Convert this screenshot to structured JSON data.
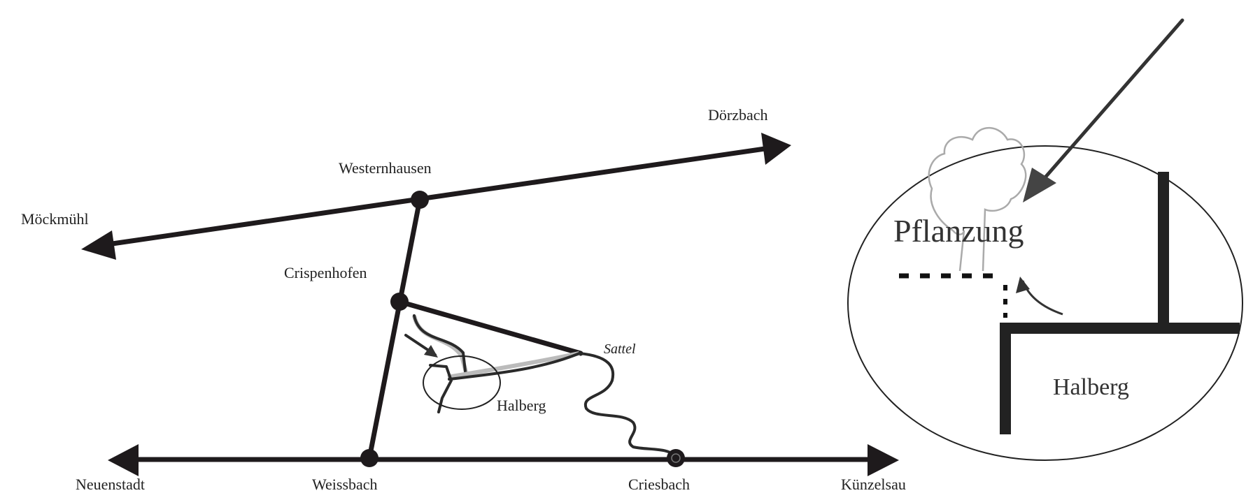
{
  "map": {
    "places": {
      "doerzbach": "Dörzbach",
      "westernhausen": "Westernhausen",
      "moeckmuehl": "Möckmühl",
      "crispenhofen": "Crispenhofen",
      "sattel": "Sattel",
      "halberg": "Halberg",
      "neuenstadt": "Neuenstadt",
      "weissbach": "Weissbach",
      "criesbach": "Criesbach",
      "kuenzelsau": "Künzelsau"
    },
    "detail": {
      "pflanzung": "Pflanzung",
      "halberg": "Halberg"
    },
    "colors": {
      "ink": "#1e1a1c",
      "pencil": "#9a9a9a",
      "paper": "#ffffff"
    }
  }
}
